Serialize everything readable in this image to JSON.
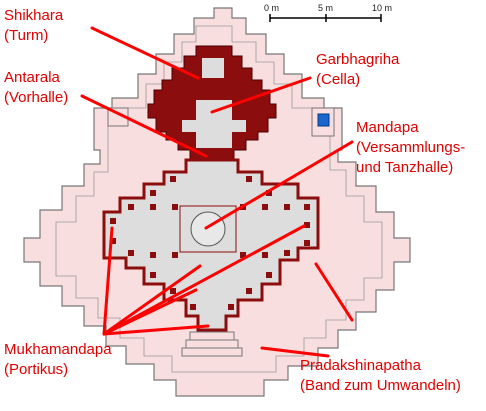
{
  "colors": {
    "platform": "#f8dede",
    "platform_edge": "#777777",
    "wall": "#8b0d0d",
    "floor": "#dddddd",
    "pillar": "#8b0d0d",
    "leader": "#ff0000",
    "label": "#e00000",
    "water": "#1a66cc"
  },
  "scale": {
    "ticks": [
      "0 m",
      "5 m",
      "10 m"
    ]
  },
  "labels": {
    "shikhara": [
      "Shikhara",
      "(Turm)"
    ],
    "antarala": [
      "Antarala",
      "(Vorhalle)"
    ],
    "garbhagriha": [
      "Garbhagriha",
      "(Cella)"
    ],
    "mandapa": [
      "Mandapa",
      "(Versammlungs-",
      "und Tanzhalle)"
    ],
    "mukhamandapa": [
      "Mukhamandapa",
      "(Portikus)"
    ],
    "pradakshinapatha": [
      "Pradakshinapatha",
      "(Band zum Umwandeln)"
    ]
  }
}
